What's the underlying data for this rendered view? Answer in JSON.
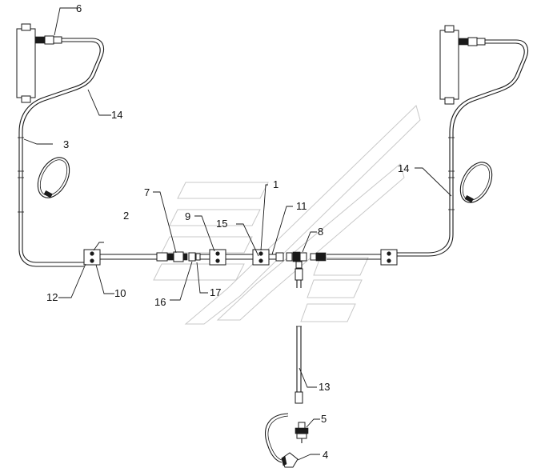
{
  "callouts": {
    "c1": "1",
    "c2": "2",
    "c3": "3",
    "c4": "4",
    "c5": "5",
    "c6": "6",
    "c7": "7",
    "c8": "8",
    "c9": "9",
    "c10": "10",
    "c11": "11",
    "c12": "12",
    "c13": "13",
    "c14a": "14",
    "c14b": "14",
    "c15": "15",
    "c16": "16",
    "c17": "17"
  },
  "colors": {
    "ink": "#1a1a1a",
    "watermark": "#c8c8c8",
    "background": "#ffffff"
  }
}
